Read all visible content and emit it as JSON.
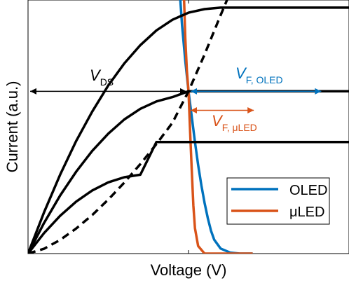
{
  "chart_data": {
    "type": "line",
    "xlabel": "Voltage (V)",
    "ylabel": "Current (a.u.)",
    "xlim": [
      0,
      1
    ],
    "ylim": [
      0,
      1
    ],
    "x_ticks": [
      0,
      0.5,
      1
    ],
    "grid": false,
    "legend_position": "lower-right",
    "series": [
      {
        "name": "OLED",
        "color": "#0072BD",
        "x": [
          0.46,
          0.47,
          0.48,
          0.49,
          0.5,
          0.51,
          0.52,
          0.53,
          0.54,
          0.55,
          0.56,
          0.57,
          0.58,
          0.6,
          0.63,
          0.66,
          0.7
        ],
        "y": [
          1.3,
          1.08,
          0.9,
          0.76,
          0.64,
          0.54,
          0.44,
          0.35,
          0.27,
          0.2,
          0.14,
          0.09,
          0.055,
          0.02,
          0.004,
          0,
          0
        ]
      },
      {
        "name": "μLED",
        "color": "#D95319",
        "x": [
          0.48,
          0.485,
          0.49,
          0.495,
          0.5,
          0.505,
          0.51,
          0.515,
          0.52,
          0.53,
          0.55,
          0.6,
          0.7
        ],
        "y": [
          1.3,
          1.05,
          0.85,
          0.72,
          0.64,
          0.48,
          0.33,
          0.19,
          0.1,
          0.03,
          0,
          0,
          0
        ]
      },
      {
        "color": "#000000",
        "style": "solid",
        "x": [
          0,
          0.05,
          0.1,
          0.15,
          0.2,
          0.25,
          0.3,
          0.35,
          0.4,
          0.45,
          0.5,
          0.55,
          0.6,
          1.0
        ],
        "y": [
          0,
          0.163,
          0.311,
          0.444,
          0.56,
          0.663,
          0.75,
          0.822,
          0.88,
          0.922,
          0.95,
          0.964,
          0.97,
          0.97
        ]
      },
      {
        "color": "#000000",
        "style": "solid",
        "x": [
          0,
          0.05,
          0.1,
          0.15,
          0.2,
          0.25,
          0.3,
          0.35,
          0.4,
          0.45,
          0.5,
          1.0
        ],
        "y": [
          0,
          0.121,
          0.229,
          0.323,
          0.405,
          0.473,
          0.529,
          0.571,
          0.6,
          0.617,
          0.64,
          0.64
        ]
      },
      {
        "color": "#000000",
        "style": "solid",
        "x": [
          0,
          0.05,
          0.1,
          0.15,
          0.2,
          0.25,
          0.3,
          0.35,
          0.4,
          1.0
        ],
        "y": [
          0,
          0.081,
          0.149,
          0.205,
          0.249,
          0.281,
          0.301,
          0.311,
          0.44,
          0.44
        ]
      },
      {
        "color": "#000000",
        "style": "dashed",
        "x": [
          0,
          0.05,
          0.1,
          0.15,
          0.2,
          0.25,
          0.3,
          0.35,
          0.4,
          0.45,
          0.5,
          0.55,
          0.6,
          0.63
        ],
        "y": [
          0,
          0.019,
          0.054,
          0.099,
          0.152,
          0.213,
          0.28,
          0.353,
          0.432,
          0.516,
          0.64,
          0.785,
          0.94,
          1.03
        ]
      }
    ],
    "annotations": [
      {
        "text": "V",
        "subscript": "DS",
        "color": "#000000",
        "x": [
          0,
          0.5
        ],
        "y": 0.64
      },
      {
        "text": "V",
        "subscript": "F, OLED",
        "color": "#0072BD",
        "x": [
          0.5,
          0.92
        ],
        "y": 0.64
      },
      {
        "text": "V",
        "subscript": "F, μLED",
        "color": "#D95319",
        "x": [
          0.5,
          0.71
        ],
        "y": 0.565
      }
    ]
  }
}
